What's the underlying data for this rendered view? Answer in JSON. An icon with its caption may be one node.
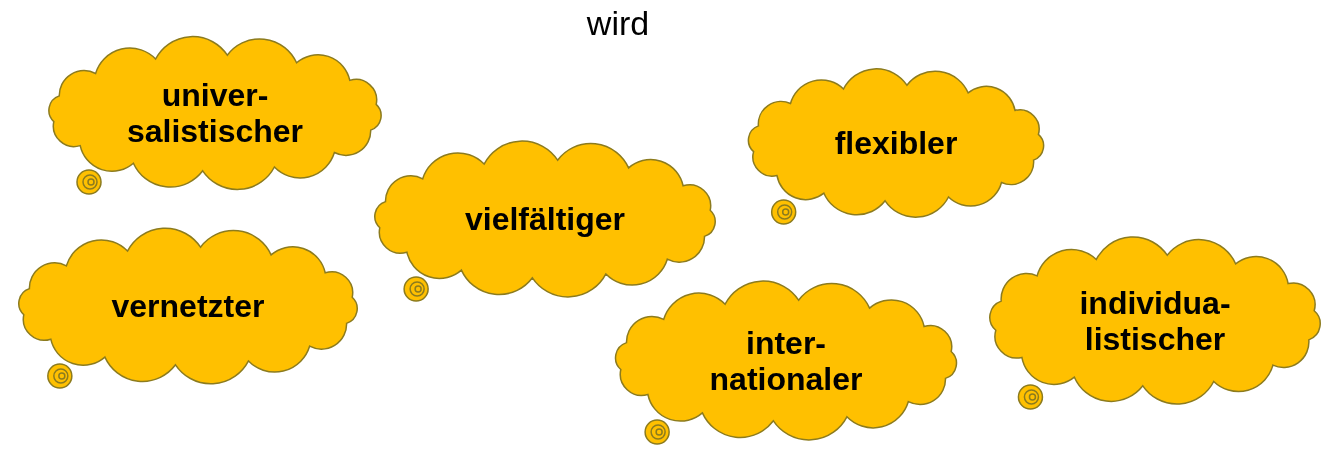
{
  "diagram": {
    "title": "wird",
    "nodes": [
      {
        "text": [
          "univer- salistischer"
        ]
      },
      {
        "text": [
          "flexibler"
        ]
      },
      {
        "text": [
          "vielfältiger"
        ]
      },
      {
        "text": [
          "vernetzter"
        ]
      },
      {
        "text": [
          "individua- listischer"
        ]
      },
      {
        "text": [
          "inter- nationaler"
        ]
      }
    ]
  }
}
